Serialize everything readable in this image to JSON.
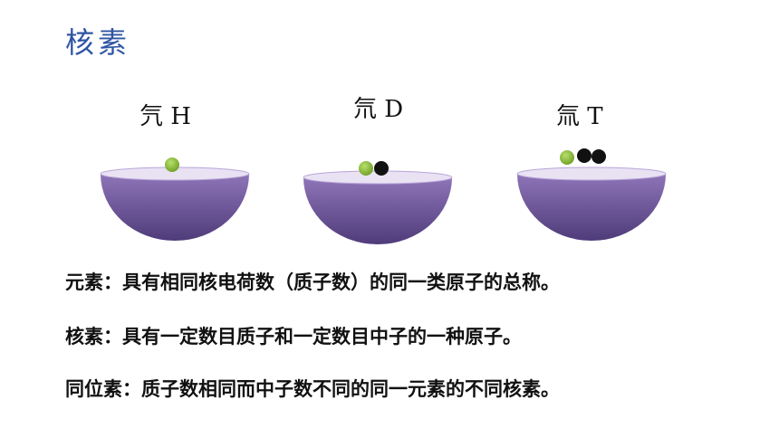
{
  "title": "核素",
  "isotopes": [
    {
      "label": "氕 H",
      "particles": [
        "proton"
      ]
    },
    {
      "label": "氘 D",
      "particles": [
        "proton",
        "neutron"
      ]
    },
    {
      "label": "氚 T",
      "particles": [
        "proton",
        "neutron",
        "neutron"
      ]
    }
  ],
  "colors": {
    "title": "#2f54a3",
    "bowl_dark": "#4f3b7a",
    "bowl_light": "#8e75b8",
    "bowl_rim": "#e9e2f3",
    "proton": "#8dbf3c",
    "neutron": "#111111"
  },
  "definitions": [
    "元素：具有相同核电荷数（质子数）的同一类原子的总称。",
    "核素：具有一定数目质子和一定数目中子的一种原子。",
    "同位素：质子数相同而中子数不同的同一元素的不同核素。"
  ]
}
